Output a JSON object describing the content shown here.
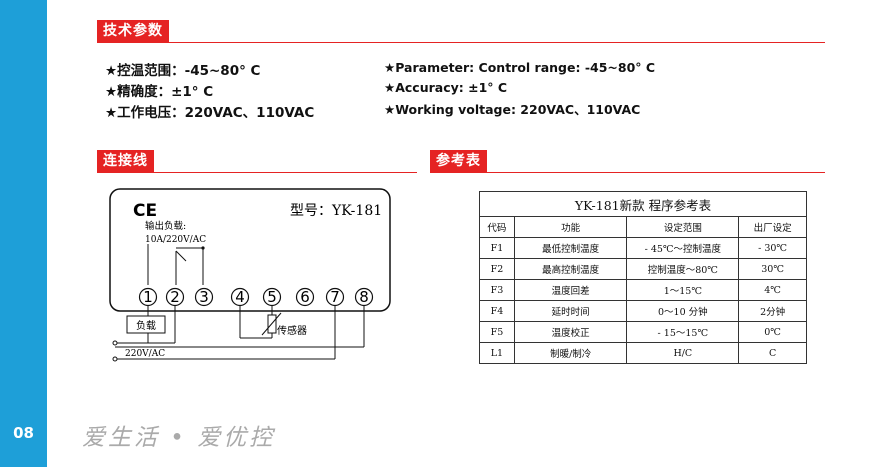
{
  "page_number": "08",
  "tech": {
    "title": "技术参数",
    "cn": [
      "★控温范围：-45~80° C",
      "★精确度：±1° C",
      "★工作电压：220VAC、110VAC"
    ],
    "en": [
      "★Parameter:  Control range: -45~80°  C",
      "★Accuracy:  ±1°  C",
      "★Working voltage: 220VAC、110VAC"
    ]
  },
  "wiring": {
    "title": "连接线",
    "ce_mark": "CE",
    "model": "型号：YK-181",
    "output_load": "输出负载:",
    "rating": "10A/220V/AC",
    "terminals": [
      "1",
      "2",
      "3",
      "4",
      "5",
      "6",
      "7",
      "8"
    ],
    "load_label": "负载",
    "sensor_label": "传感器",
    "supply_label": "220V/AC"
  },
  "reference": {
    "title": "参考表",
    "caption": "YK-181新款 程序参考表",
    "headers": [
      "代码",
      "功能",
      "设定范围",
      "出厂设定"
    ],
    "rows": [
      [
        "F1",
        "最低控制温度",
        "- 45℃～控制温度",
        "- 30℃"
      ],
      [
        "F2",
        "最高控制温度",
        "控制温度～80℃",
        "30℃"
      ],
      [
        "F3",
        "温度回差",
        "1～15℃",
        "4℃"
      ],
      [
        "F4",
        "延时时间",
        "0～10 分钟",
        "2分钟"
      ],
      [
        "F5",
        "温度校正",
        "- 15～15℃",
        "0℃"
      ],
      [
        "L1",
        "制暖/制冷",
        "H/C",
        "C"
      ]
    ]
  },
  "slogan": "爱生活 • 爱优控",
  "colors": {
    "accent": "#e52323",
    "sidebar": "#1e9fd8"
  }
}
